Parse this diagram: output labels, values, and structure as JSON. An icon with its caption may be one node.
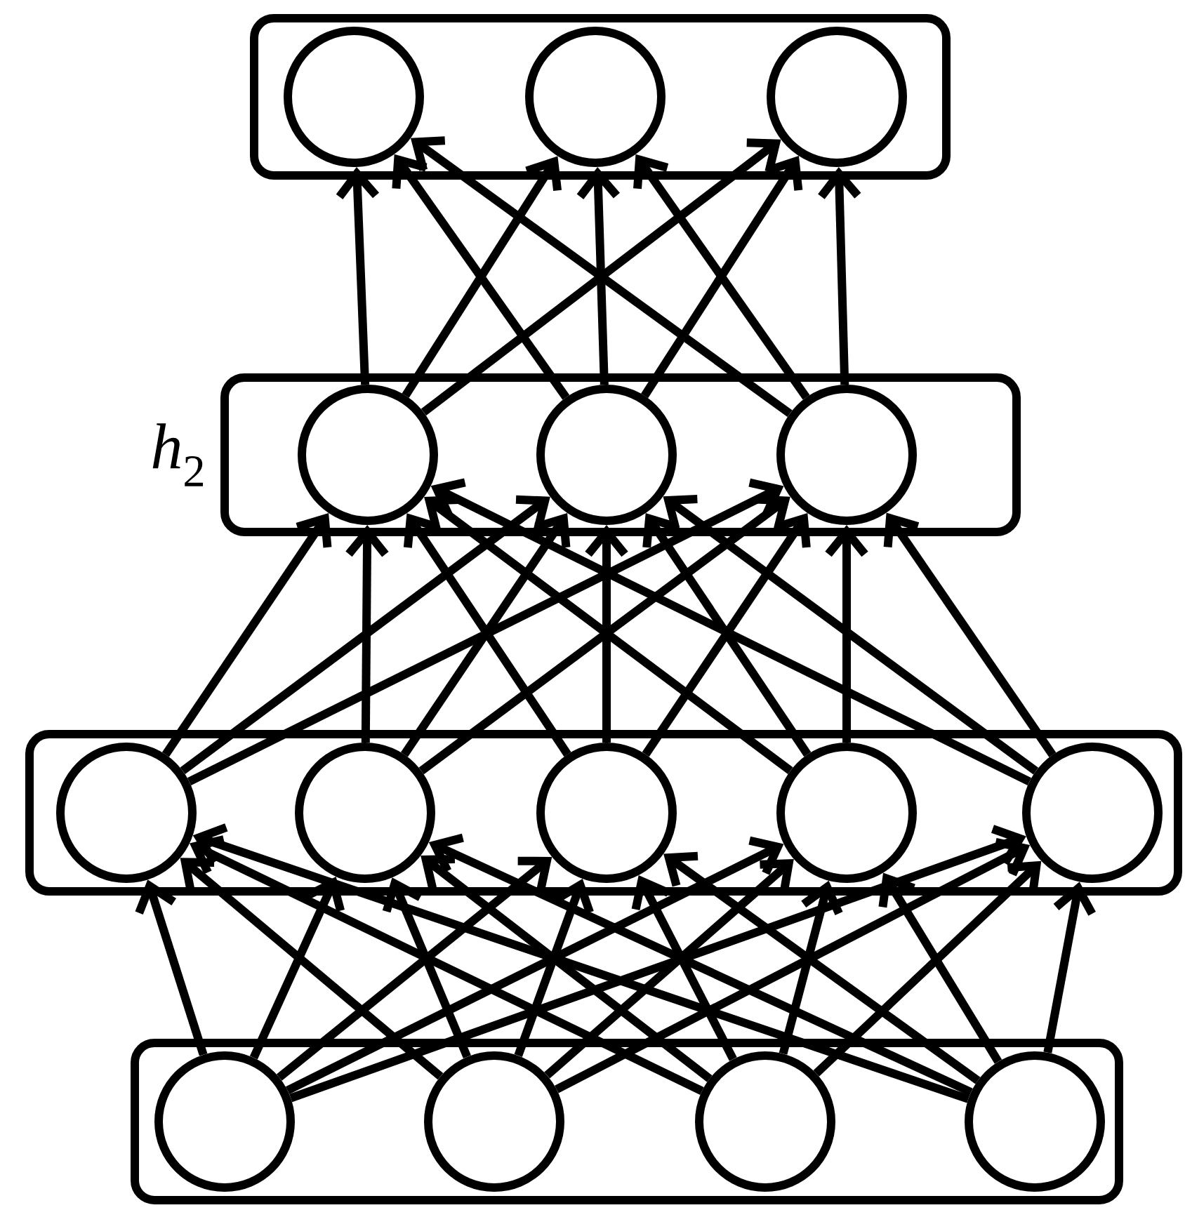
{
  "diagram": {
    "nodes": [
      {
        "text": [],
        "shape": "box"
      },
      {
        "text": [],
        "shape": "circle",
        "in": 0
      },
      {
        "text": [],
        "shape": "circle",
        "in": 0
      },
      {
        "text": [],
        "shape": "circle",
        "in": 0
      },
      {
        "text": [
          "*h*$_{2}$"
        ]
      },
      {
        "text": [],
        "shape": "circle",
        "in": 4
      },
      {
        "text": [],
        "shape": "circle",
        "in": 4
      },
      {
        "text": [],
        "shape": "circle",
        "in": 4
      },
      {
        "text": [],
        "shape": "box"
      },
      {
        "text": [],
        "shape": "circle",
        "in": 8
      },
      {
        "text": [],
        "shape": "circle",
        "in": 8
      },
      {
        "text": [],
        "shape": "circle",
        "in": 8
      },
      {
        "text": [],
        "shape": "circle",
        "in": 8
      },
      {
        "text": [],
        "shape": "circle",
        "in": 8
      },
      {
        "text": [],
        "shape": "box"
      },
      {
        "text": [],
        "shape": "circle",
        "in": 14
      },
      {
        "text": [],
        "shape": "circle",
        "in": 14
      },
      {
        "text": [],
        "shape": "circle",
        "in": 14
      },
      {
        "text": [],
        "shape": "circle",
        "in": 14
      }
    ],
    "edges": [
      {
        "from": 15,
        "to": 9,
        "arrow": "to"
      },
      {
        "from": 15,
        "to": 10,
        "arrow": "to"
      },
      {
        "from": 15,
        "to": 11,
        "arrow": "to"
      },
      {
        "from": 15,
        "to": 12,
        "arrow": "to"
      },
      {
        "from": 15,
        "to": 13,
        "arrow": "to"
      },
      {
        "from": 16,
        "to": 9,
        "arrow": "to"
      },
      {
        "from": 16,
        "to": 10,
        "arrow": "to"
      },
      {
        "from": 16,
        "to": 11,
        "arrow": "to"
      },
      {
        "from": 16,
        "to": 12,
        "arrow": "to"
      },
      {
        "from": 16,
        "to": 13,
        "arrow": "to"
      },
      {
        "from": 17,
        "to": 9,
        "arrow": "to"
      },
      {
        "from": 17,
        "to": 10,
        "arrow": "to"
      },
      {
        "from": 17,
        "to": 11,
        "arrow": "to"
      },
      {
        "from": 17,
        "to": 12,
        "arrow": "to"
      },
      {
        "from": 17,
        "to": 13,
        "arrow": "to"
      },
      {
        "from": 18,
        "to": 9,
        "arrow": "to"
      },
      {
        "from": 18,
        "to": 10,
        "arrow": "to"
      },
      {
        "from": 18,
        "to": 11,
        "arrow": "to"
      },
      {
        "from": 18,
        "to": 12,
        "arrow": "to"
      },
      {
        "from": 18,
        "to": 13,
        "arrow": "to"
      },
      {
        "from": 9,
        "to": 5,
        "arrow": "to"
      },
      {
        "from": 9,
        "to": 6,
        "arrow": "to"
      },
      {
        "from": 9,
        "to": 7,
        "arrow": "to"
      },
      {
        "from": 10,
        "to": 5,
        "arrow": "to"
      },
      {
        "from": 10,
        "to": 6,
        "arrow": "to"
      },
      {
        "from": 10,
        "to": 7,
        "arrow": "to"
      },
      {
        "from": 11,
        "to": 5,
        "arrow": "to"
      },
      {
        "from": 11,
        "to": 6,
        "arrow": "to"
      },
      {
        "from": 11,
        "to": 7,
        "arrow": "to"
      },
      {
        "from": 12,
        "to": 5,
        "arrow": "to"
      },
      {
        "from": 12,
        "to": 6,
        "arrow": "to"
      },
      {
        "from": 12,
        "to": 7,
        "arrow": "to"
      },
      {
        "from": 13,
        "to": 5,
        "arrow": "to"
      },
      {
        "from": 13,
        "to": 6,
        "arrow": "to"
      },
      {
        "from": 13,
        "to": 7,
        "arrow": "to"
      },
      {
        "from": 5,
        "to": 1,
        "arrow": "to"
      },
      {
        "from": 5,
        "to": 2,
        "arrow": "to"
      },
      {
        "from": 5,
        "to": 3,
        "arrow": "to"
      },
      {
        "from": 6,
        "to": 1,
        "arrow": "to"
      },
      {
        "from": 6,
        "to": 2,
        "arrow": "to"
      },
      {
        "from": 6,
        "to": 3,
        "arrow": "to"
      },
      {
        "from": 7,
        "to": 1,
        "arrow": "to"
      },
      {
        "from": 7,
        "to": 2,
        "arrow": "to"
      },
      {
        "from": 7,
        "to": 3,
        "arrow": "to"
      }
    ]
  }
}
